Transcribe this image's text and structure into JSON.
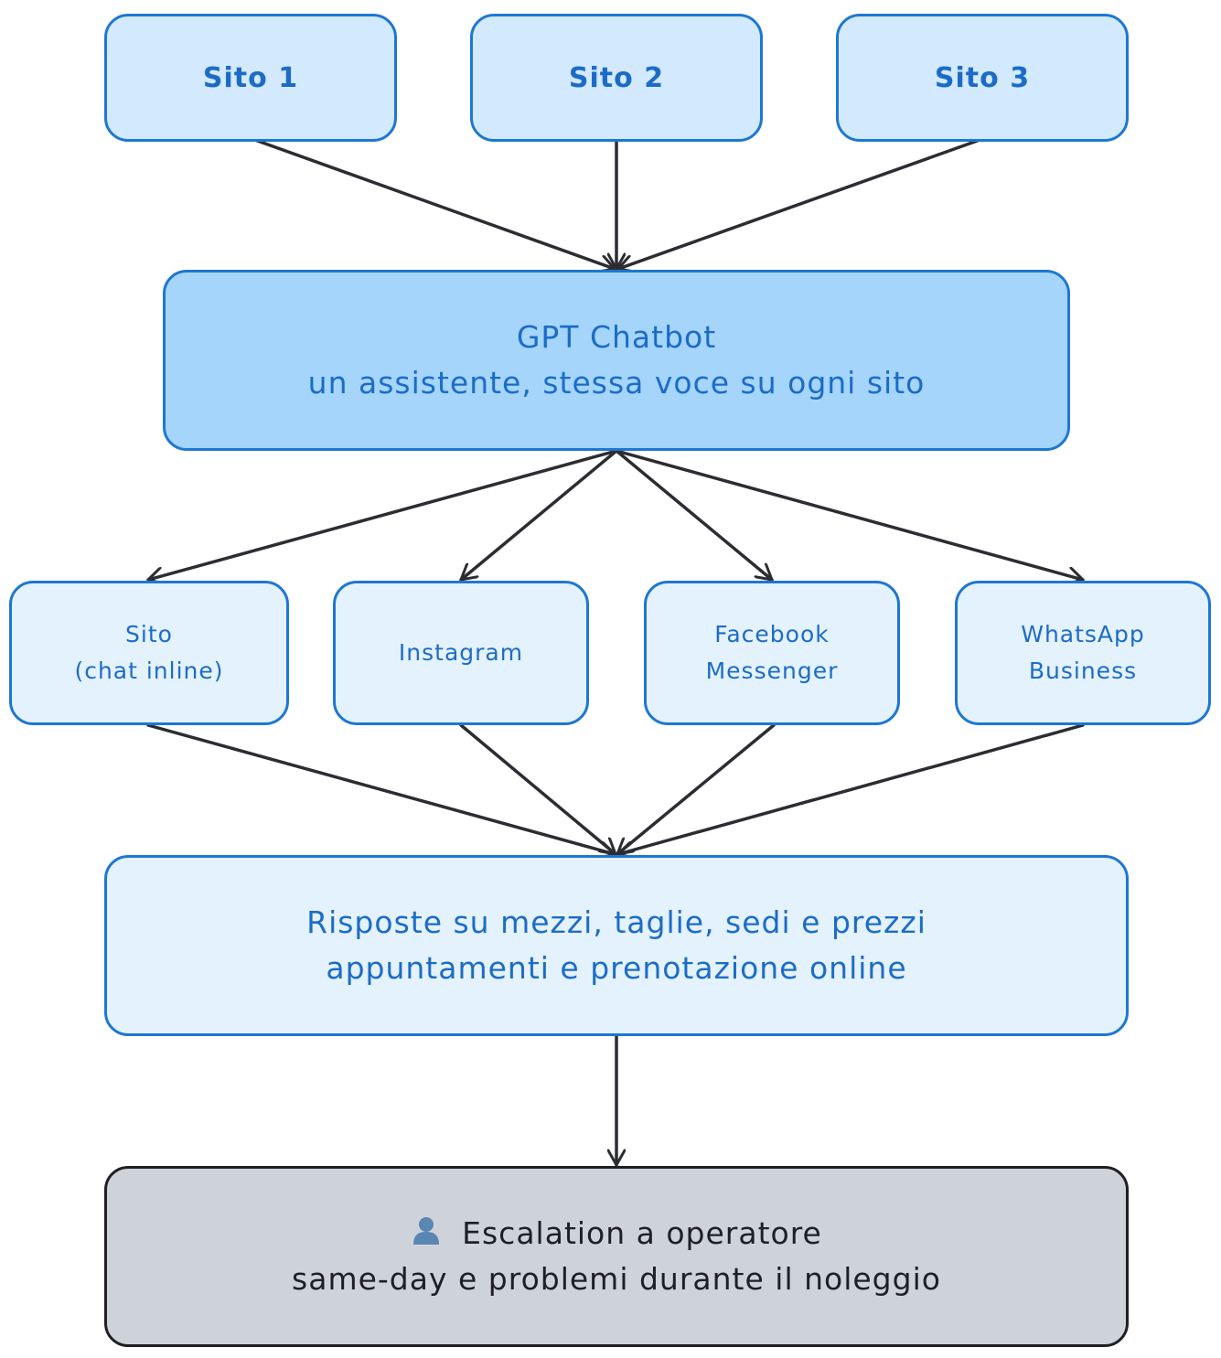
{
  "sites": [
    {
      "label": "Sito 1"
    },
    {
      "label": "Sito 2"
    },
    {
      "label": "Sito 3"
    }
  ],
  "chatbot": {
    "title": "GPT Chatbot",
    "subtitle": "un assistente, stessa voce su ogni sito"
  },
  "channels": [
    {
      "line1": "Sito",
      "line2": "(chat inline)"
    },
    {
      "line1": "Instagram",
      "line2": ""
    },
    {
      "line1": "Facebook",
      "line2": "Messenger"
    },
    {
      "line1": "WhatsApp",
      "line2": "Business"
    }
  ],
  "answers": {
    "line1": "Risposte su mezzi, taglie, sedi e prezzi",
    "line2": "appuntamenti e prenotazione online"
  },
  "escalation": {
    "icon": "person-icon",
    "title": "Escalation a operatore",
    "subtitle": "same-day e problemi durante il noleggio"
  },
  "colors": {
    "box_border_blue": "#1e77d2",
    "text_blue": "#1c6cc7",
    "site_fill": "#d3e9fd",
    "hub_fill": "#a5d5fb",
    "channel_fill": "#e4f2fd",
    "escalation_fill": "#ced3da",
    "arrow": "#2b2d33"
  }
}
